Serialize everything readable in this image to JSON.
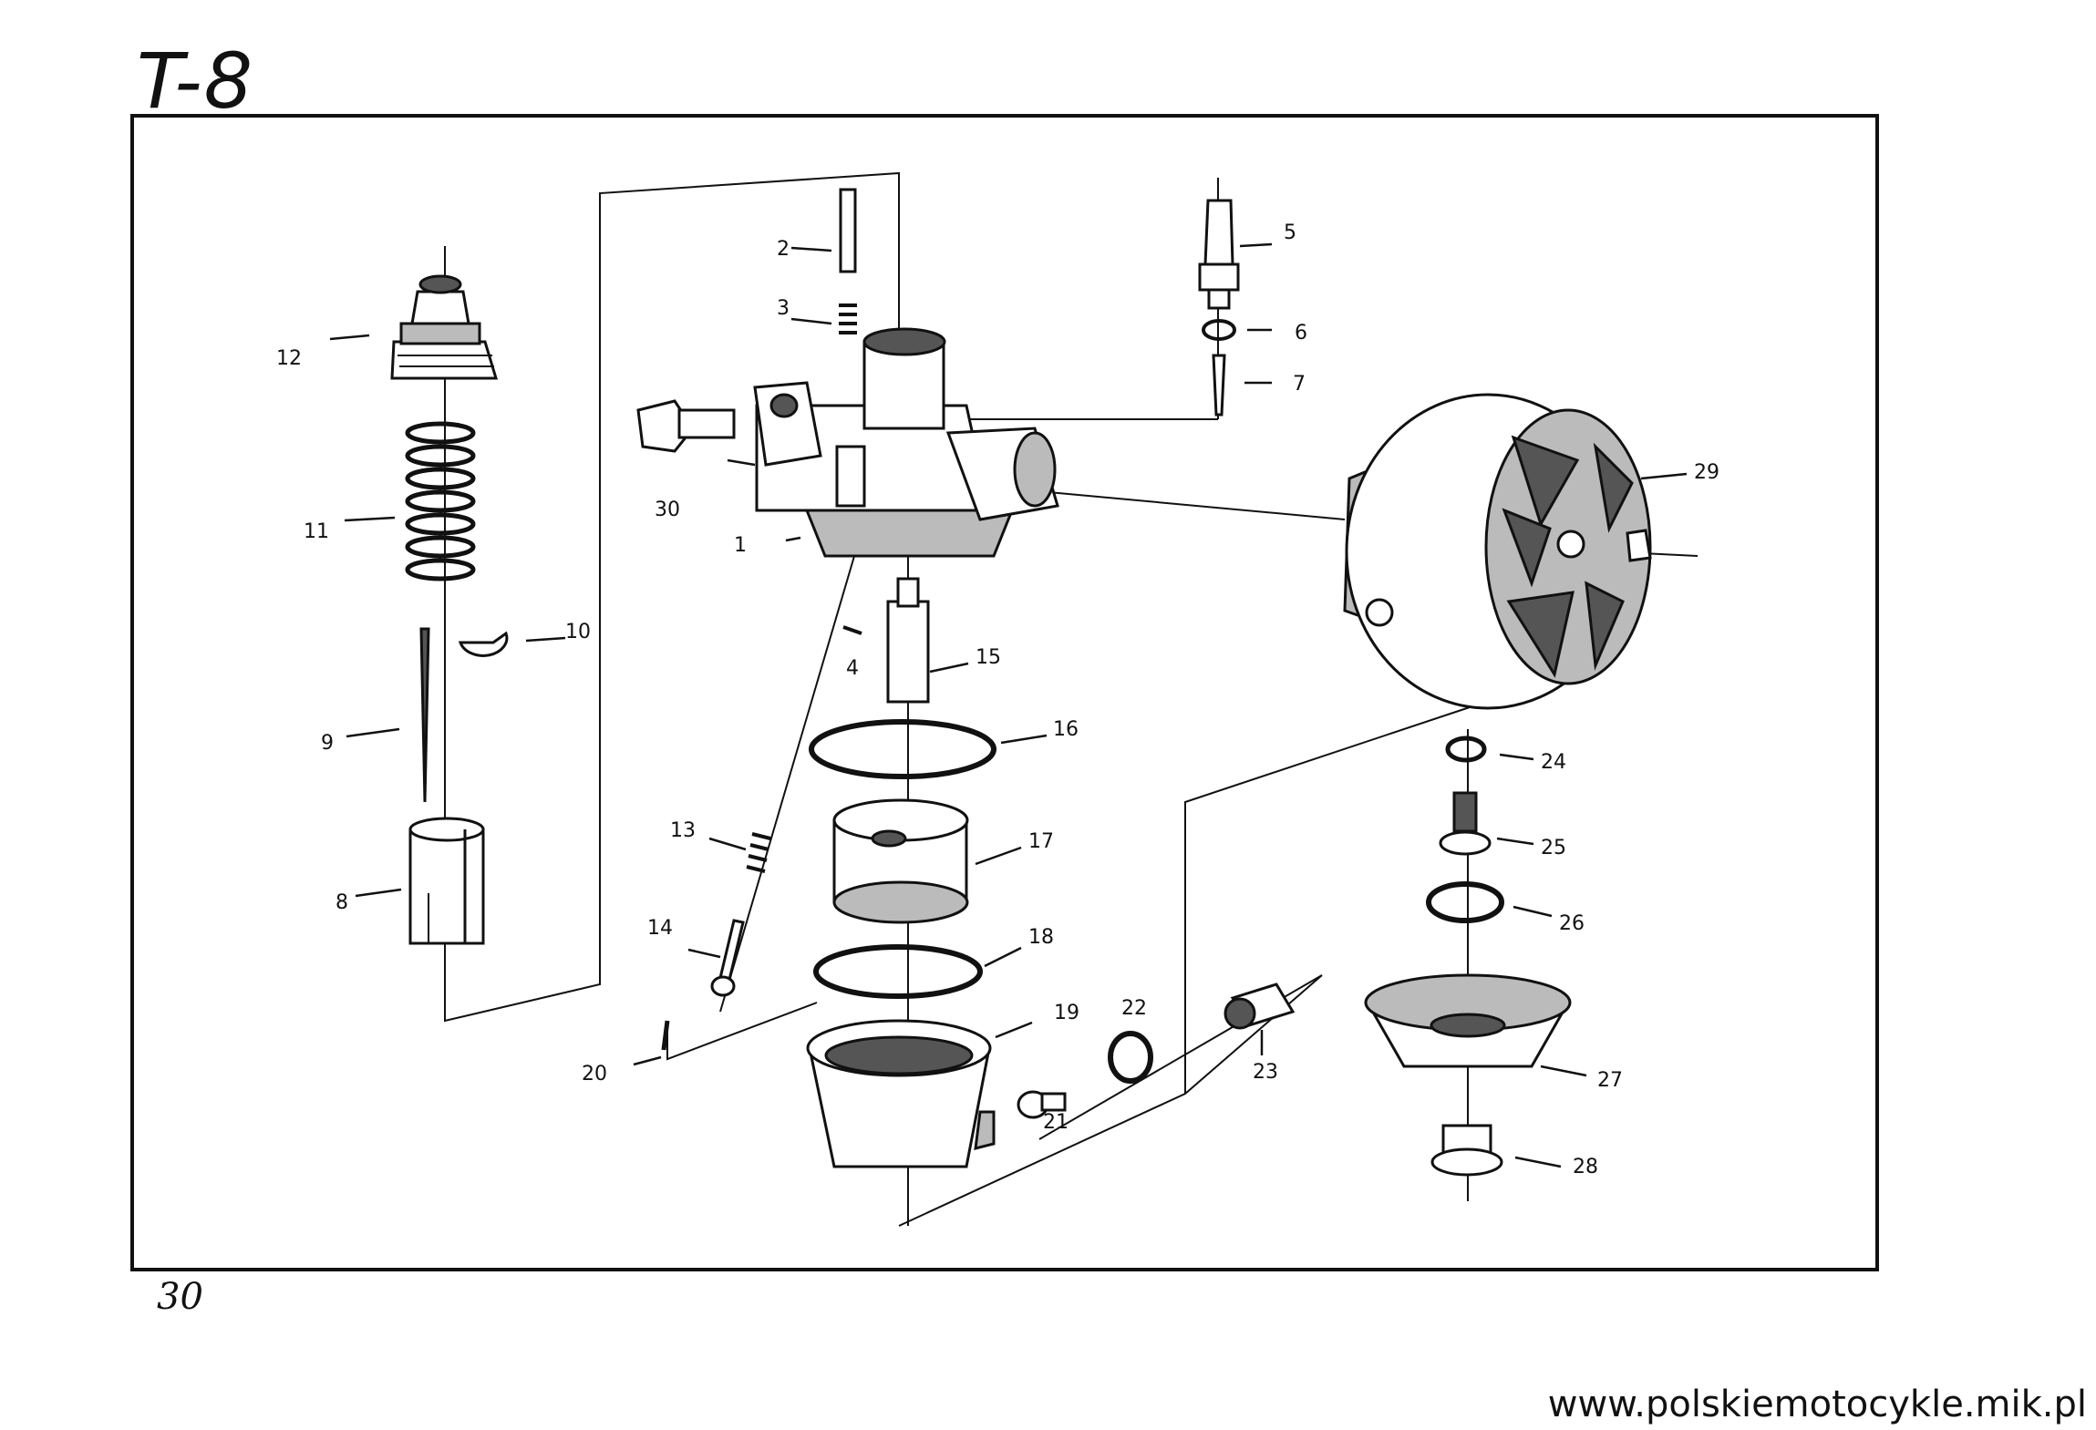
{
  "sheet_title": "T-8",
  "page_number": "30",
  "website": "www.polskiemotocykle.mik.pl",
  "callouts": [
    "1",
    "2",
    "3",
    "4",
    "5",
    "6",
    "7",
    "8",
    "9",
    "10",
    "11",
    "12",
    "13",
    "14",
    "15",
    "16",
    "17",
    "18",
    "19",
    "20",
    "21",
    "22",
    "23",
    "24",
    "25",
    "26",
    "27",
    "28",
    "29",
    "30"
  ]
}
